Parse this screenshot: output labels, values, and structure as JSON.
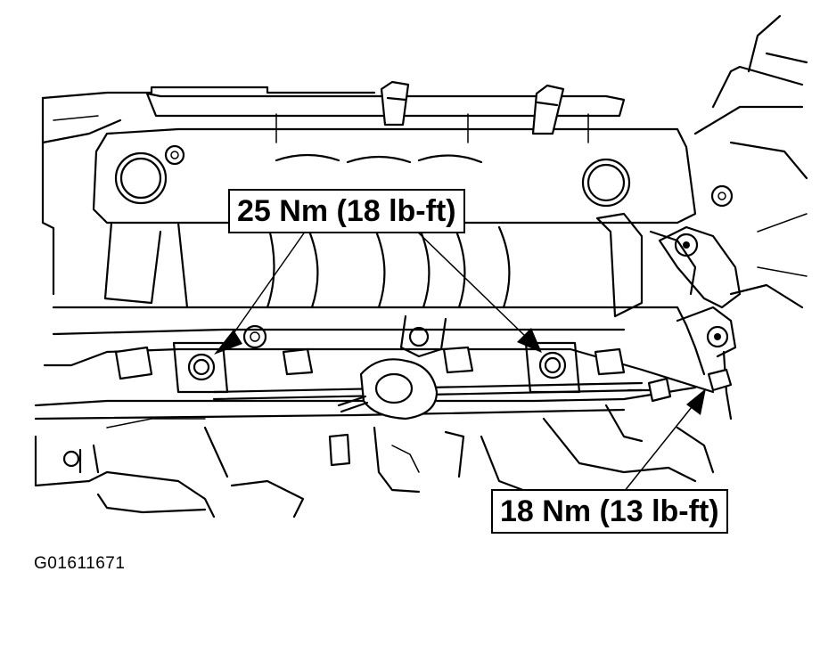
{
  "callouts": {
    "upper_torque": "25 Nm (18 lb-ft)",
    "lower_torque": "18 Nm (13 lb-ft)"
  },
  "figure_id": "G01611671",
  "colors": {
    "line": "#000000",
    "background": "#ffffff"
  }
}
